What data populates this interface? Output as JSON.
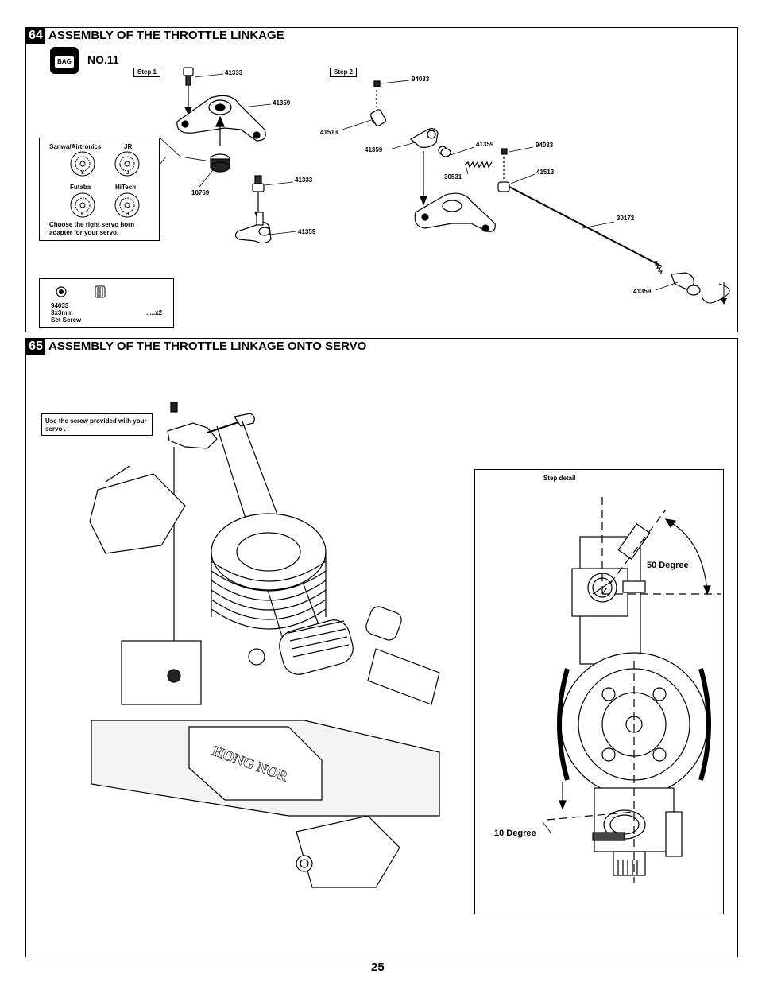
{
  "step64": {
    "number": "64",
    "title": "ASSEMBLY OF THE THROTTLE LINKAGE",
    "bag_icon_label": "BAG",
    "bag_label": "NO.11",
    "step1": "Step 1",
    "step2": "Step 2",
    "parts_step1": {
      "p41333a": "41333",
      "p41359a": "41359",
      "p10769": "10769",
      "p41333b": "41333",
      "p41359b": "41359"
    },
    "parts_step2": {
      "p94033a": "94033",
      "p41513a": "41513",
      "p41359a": "41359",
      "p41359b": "41359",
      "p94033b": "94033",
      "p30531": "30531",
      "p41513b": "41513",
      "p30172": "30172",
      "p41359c": "41359"
    },
    "servo_box": {
      "sanwa": "Sanwa/Airtronics",
      "jr": "JR",
      "futaba": "Futaba",
      "hitech": "HiTech",
      "letter_s": "S",
      "letter_j": "J",
      "letter_f": "F",
      "letter_h": "H",
      "note": "Choose the right servo horn adapter for your servo."
    },
    "hardware": {
      "part": "94033",
      "size": "3x3mm",
      "name": "Set Screw",
      "qty": ".....x2"
    }
  },
  "step65": {
    "number": "65",
    "title": "ASSEMBLY OF THE THROTTLE LINKAGE ONTO SERVO",
    "note": "Use the screw provided with your servo .",
    "detail_title": "Step detail",
    "angle1": "50 Degree",
    "angle2": "10 Degree"
  },
  "page_number": "25"
}
